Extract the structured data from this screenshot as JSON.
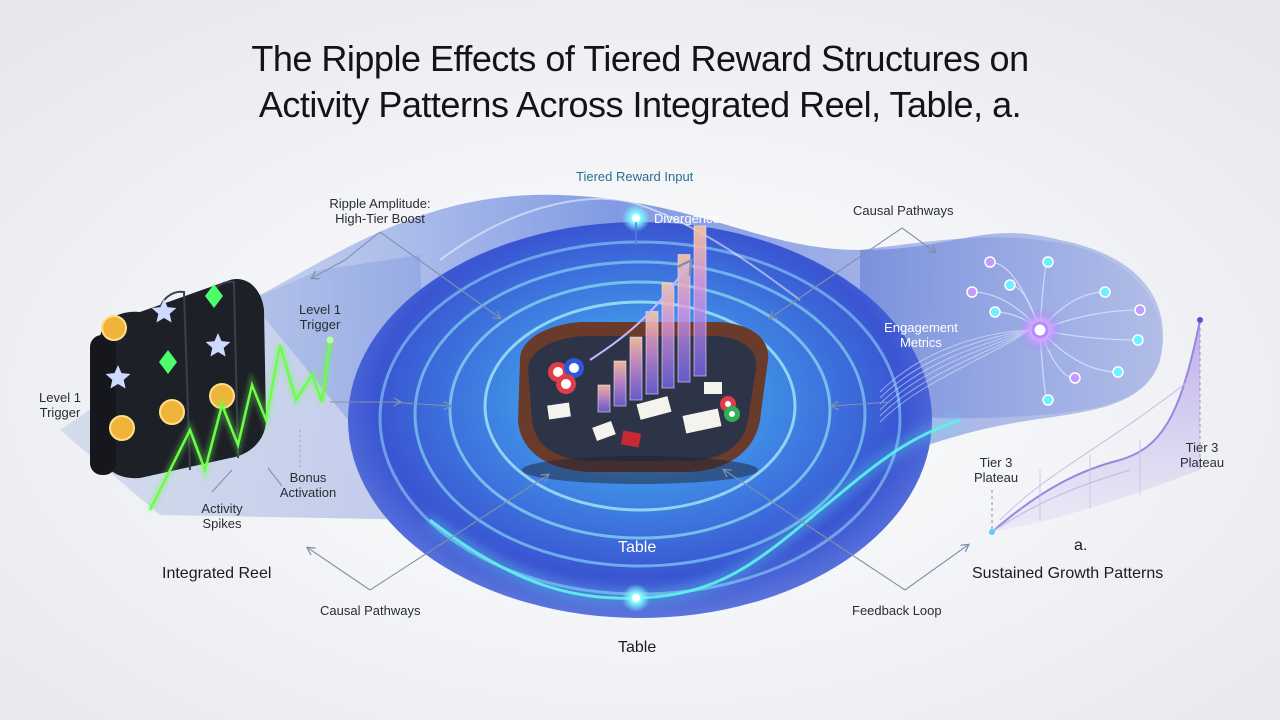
{
  "title": {
    "line1": "The Ripple Effects of Tiered Reward Structures on",
    "line2": "Activity Patterns Across Integrated Reel, Table, a."
  },
  "labels": {
    "tiered_reward_input": "Tiered Reward Input",
    "divergence": "Divergence",
    "ripple_amplitude_1": "Ripple Amplitude:",
    "ripple_amplitude_2": "High-Tier Boost",
    "causal_pathways_top": "Causal Pathways",
    "level1_trigger_right_1": "Level 1",
    "level1_trigger_right_2": "Trigger",
    "level1_trigger_left_1": "Level 1",
    "level1_trigger_left_2": "Trigger",
    "engagement_metrics_1": "Engagement",
    "engagement_metrics_2": "Metrics",
    "bonus_activation_1": "Bonus",
    "bonus_activation_2": "Activation",
    "activity_spikes_1": "Activity",
    "activity_spikes_2": "Spikes",
    "integrated_reel": "Integrated Reel",
    "table_inner": "Table",
    "table_outer": "Table",
    "causal_pathways_bottom": "Causal Pathways",
    "feedback_loop": "Feedback Loop",
    "tier3_plateau_left_1": "Tier 3",
    "tier3_plateau_left_2": "Plateau",
    "tier3_plateau_right_1": "Tier 3",
    "tier3_plateau_right_2": "Plateau",
    "a_label": "a.",
    "sustained_growth": "Sustained Growth Patterns"
  },
  "colors": {
    "ripple_dark": "#3a4fd0",
    "ripple_light": "#6fb8f0",
    "glow_cyan": "#4ee6e6",
    "spike_green": "#6bff4a",
    "node_violet": "#c39bff",
    "node_cyan": "#6ff0ff",
    "table_felt": "#2b3247",
    "table_rim": "#5a3527"
  },
  "icons": {
    "reel": [
      "coin-icon",
      "star-icon",
      "coin-icon",
      "star-icon",
      "gem-icon",
      "coin-icon",
      "gem-icon",
      "star-icon",
      "coin-icon"
    ],
    "chips": "poker-chips-icon",
    "cards": "playing-card-icon"
  },
  "chart_bars": [
    0.18,
    0.3,
    0.42,
    0.55,
    0.7,
    0.85,
    1.0
  ]
}
